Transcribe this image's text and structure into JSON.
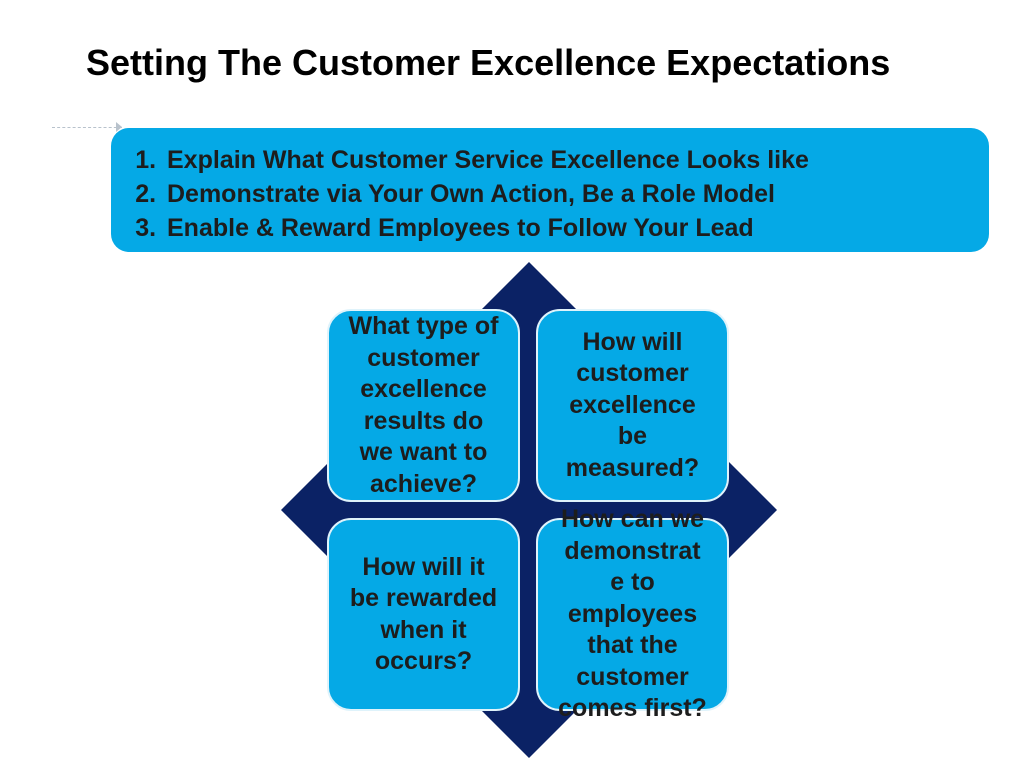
{
  "slide": {
    "title": "Setting The Customer Excellence Expectations"
  },
  "banner": {
    "items": [
      "Explain What Customer Service Excellence Looks like",
      "Demonstrate via Your Own Action, Be a Role Model",
      "Enable & Reward Employees to Follow Your Lead"
    ]
  },
  "matrix": {
    "top_left": "What type of customer excellence results do we want to achieve?",
    "top_right": "How will customer excellence be measured?",
    "bottom_left": "How will it be rewarded when it occurs?",
    "bottom_right": "How can we demonstrate to employees that the customer comes first?"
  },
  "colors": {
    "accent": "#05a9e6",
    "diamond": "#0b2265",
    "text": "#1d1d1d"
  }
}
